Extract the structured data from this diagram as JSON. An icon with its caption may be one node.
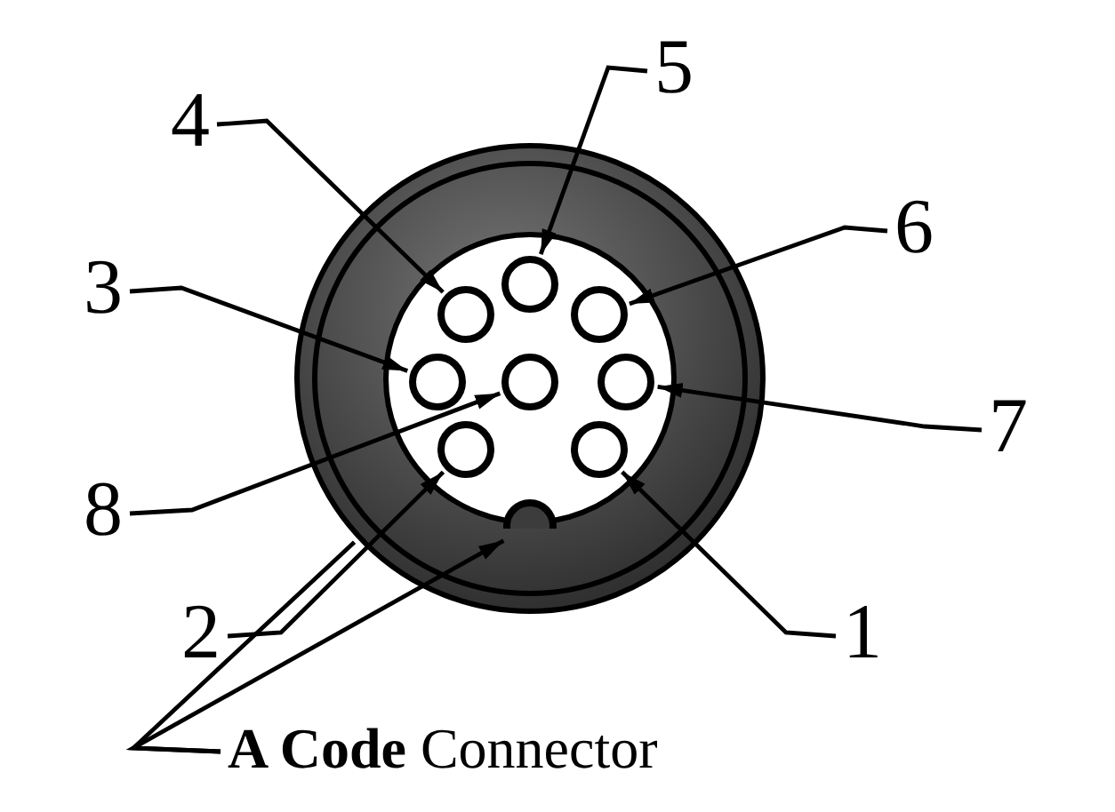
{
  "diagram": {
    "nodes": [
      {
        "text": [],
        "shape": "circle"
      },
      {
        "text": [],
        "shape": "circle",
        "in": 0
      },
      {
        "text": [],
        "shape": "circle",
        "in": 0
      },
      {
        "text": [],
        "shape": "circle",
        "in": 0
      },
      {
        "text": [],
        "shape": "circle",
        "in": 0
      },
      {
        "text": [],
        "shape": "circle",
        "in": 0
      },
      {
        "text": [],
        "shape": "circle",
        "in": 0
      },
      {
        "text": [],
        "shape": "circle",
        "in": 0
      },
      {
        "text": [],
        "shape": "circle",
        "in": 0
      },
      {
        "text": [],
        "shape": "circle",
        "in": 0
      },
      {
        "text": [
          "5"
        ]
      },
      {
        "text": [
          "4"
        ]
      },
      {
        "text": [
          "6"
        ]
      },
      {
        "text": [
          "3"
        ]
      },
      {
        "text": [
          "7"
        ]
      },
      {
        "text": [
          "8"
        ]
      },
      {
        "text": [
          "2"
        ]
      },
      {
        "text": [
          "1"
        ]
      },
      {
        "text": [
          "**A Code** Connector"
        ]
      }
    ],
    "edges": [
      {
        "from": 10,
        "to": 1,
        "arrow": "to"
      },
      {
        "from": 11,
        "to": 2,
        "arrow": "to"
      },
      {
        "from": 12,
        "to": 3,
        "arrow": "to"
      },
      {
        "from": 13,
        "to": 4,
        "arrow": "to"
      },
      {
        "from": 14,
        "to": 6,
        "arrow": "to"
      },
      {
        "from": 15,
        "to": 5,
        "arrow": "to"
      },
      {
        "from": 16,
        "to": 7,
        "arrow": "to"
      },
      {
        "from": 17,
        "to": 8,
        "arrow": "to"
      },
      {
        "from": 18,
        "to": 9,
        "arrow": "to"
      },
      {
        "from": 18,
        "to": 0,
        "arrow": "none"
      }
    ]
  }
}
